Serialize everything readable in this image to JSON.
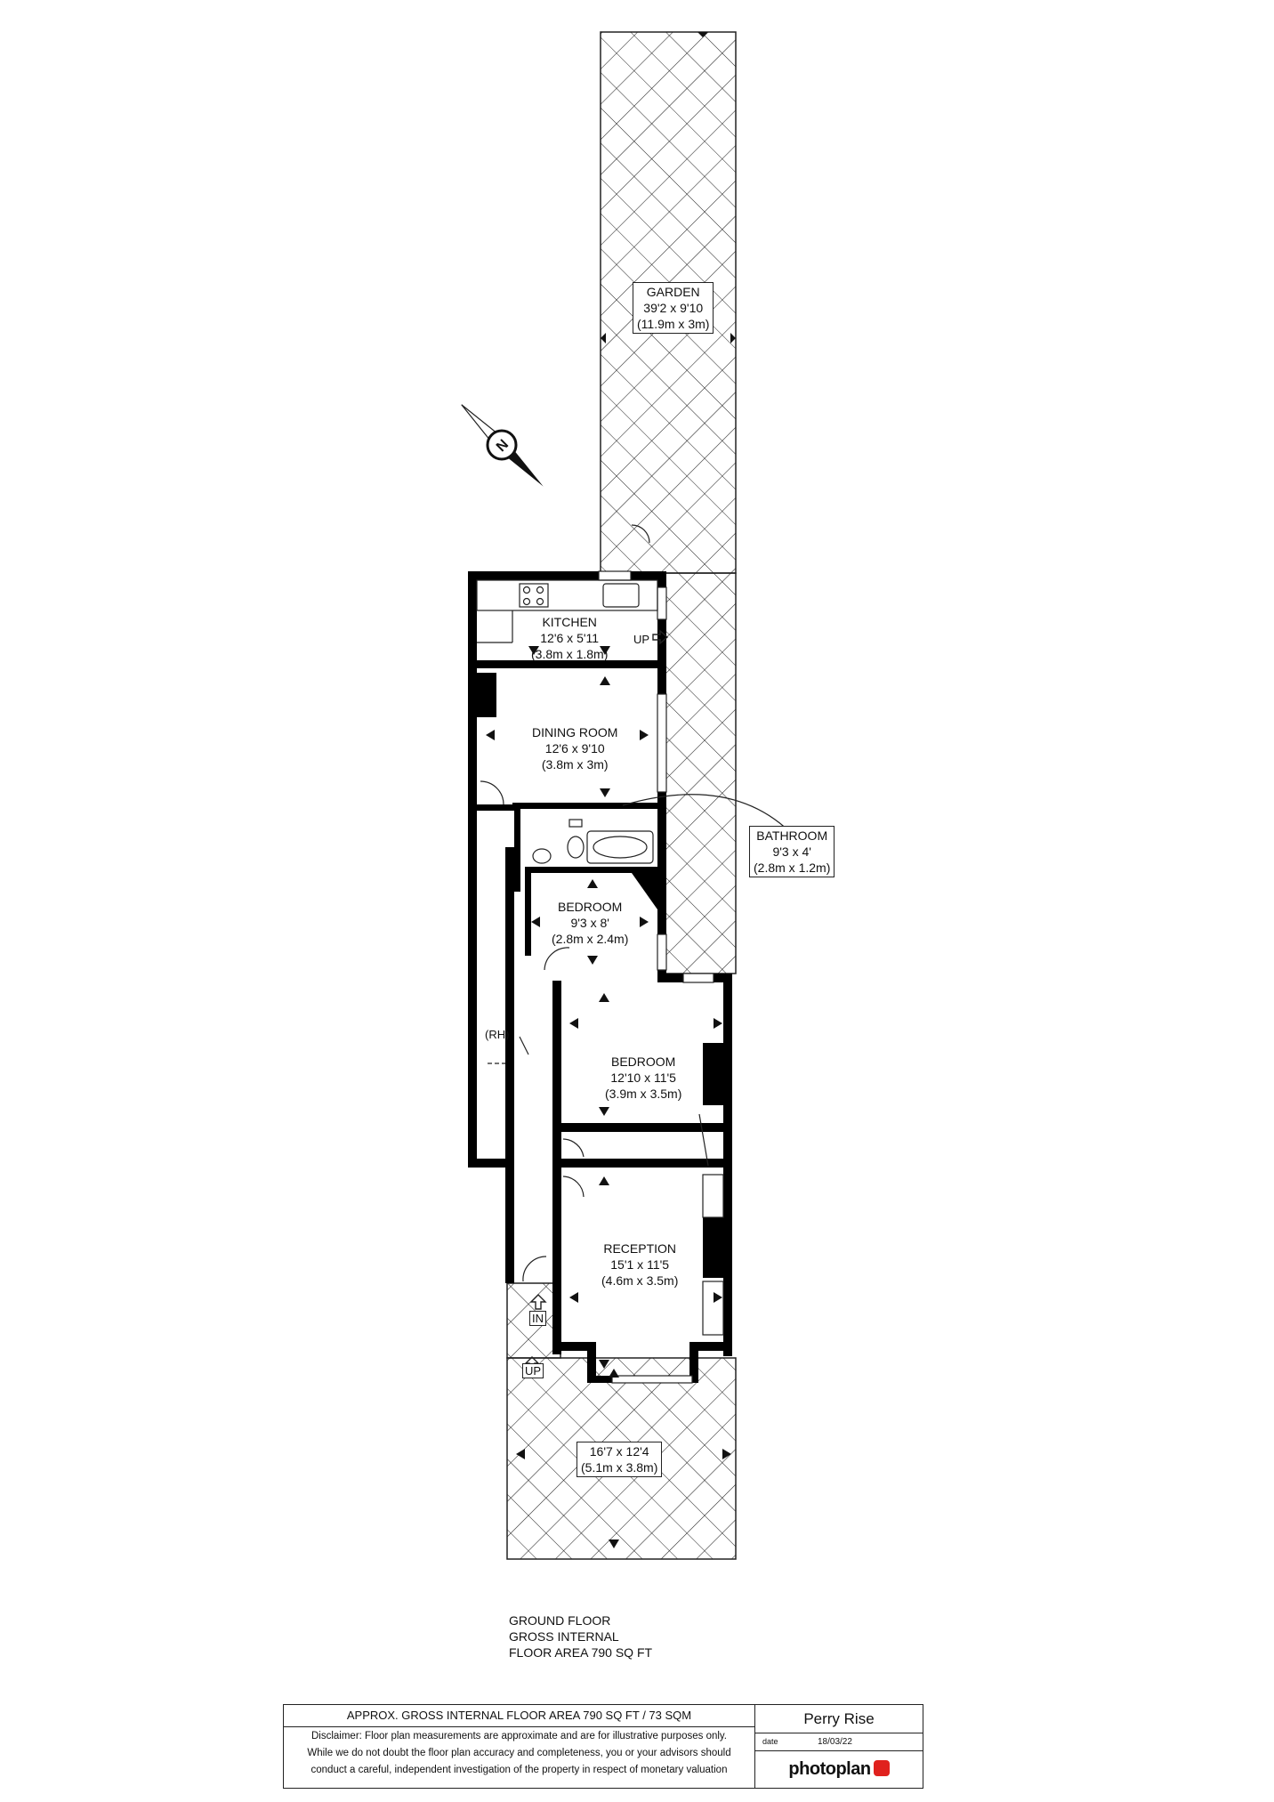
{
  "rooms": {
    "garden": {
      "name": "GARDEN",
      "imperial": "39'2 x 9'10",
      "metric": "(11.9m x 3m)"
    },
    "kitchen": {
      "name": "KITCHEN",
      "imperial": "12'6 x 5'11",
      "metric": "(3.8m  x 1.8m)"
    },
    "dining": {
      "name": "DINING ROOM",
      "imperial": "12'6 x 9'10",
      "metric": "(3.8m x 3m)"
    },
    "bathroom": {
      "name": "BATHROOM",
      "imperial": "9'3 x 4'",
      "metric": "(2.8m x 1.2m)"
    },
    "bedroom2": {
      "name": "BEDROOM",
      "imperial": "9'3 x 8'",
      "metric": "(2.8m x 2.4m)"
    },
    "bedroom1": {
      "name": "BEDROOM",
      "imperial": "12'10 x 11'5",
      "metric": "(3.9m x 3.5m)"
    },
    "reception": {
      "name": "RECEPTION",
      "imperial": "15'1 x 11'5",
      "metric": "(4.6m x 3.5m)"
    },
    "front_garden": {
      "imperial": "16'7 x 12'4",
      "metric": "(5.1m x 3.8m)"
    }
  },
  "markers": {
    "rh": "(RH)",
    "up_kitchen": "UP",
    "in": "IN",
    "up_front": "UP",
    "compass": "N"
  },
  "summary": [
    "GROUND FLOOR",
    "GROSS INTERNAL",
    "FLOOR AREA 790 SQ FT"
  ],
  "title_block": {
    "area": "APPROX. GROSS INTERNAL FLOOR AREA 790 SQ FT / 73 SQM",
    "disclaimer": [
      "Disclaimer: Floor plan measurements are approximate and are for illustrative purposes only.",
      "While we do not doubt the floor plan accuracy and completeness, you or your advisors should",
      "conduct a careful, independent investigation of the property in respect of monetary valuation"
    ],
    "project": "Perry Rise",
    "date_label": "date",
    "date": "18/03/22",
    "brand": "photoplan"
  }
}
